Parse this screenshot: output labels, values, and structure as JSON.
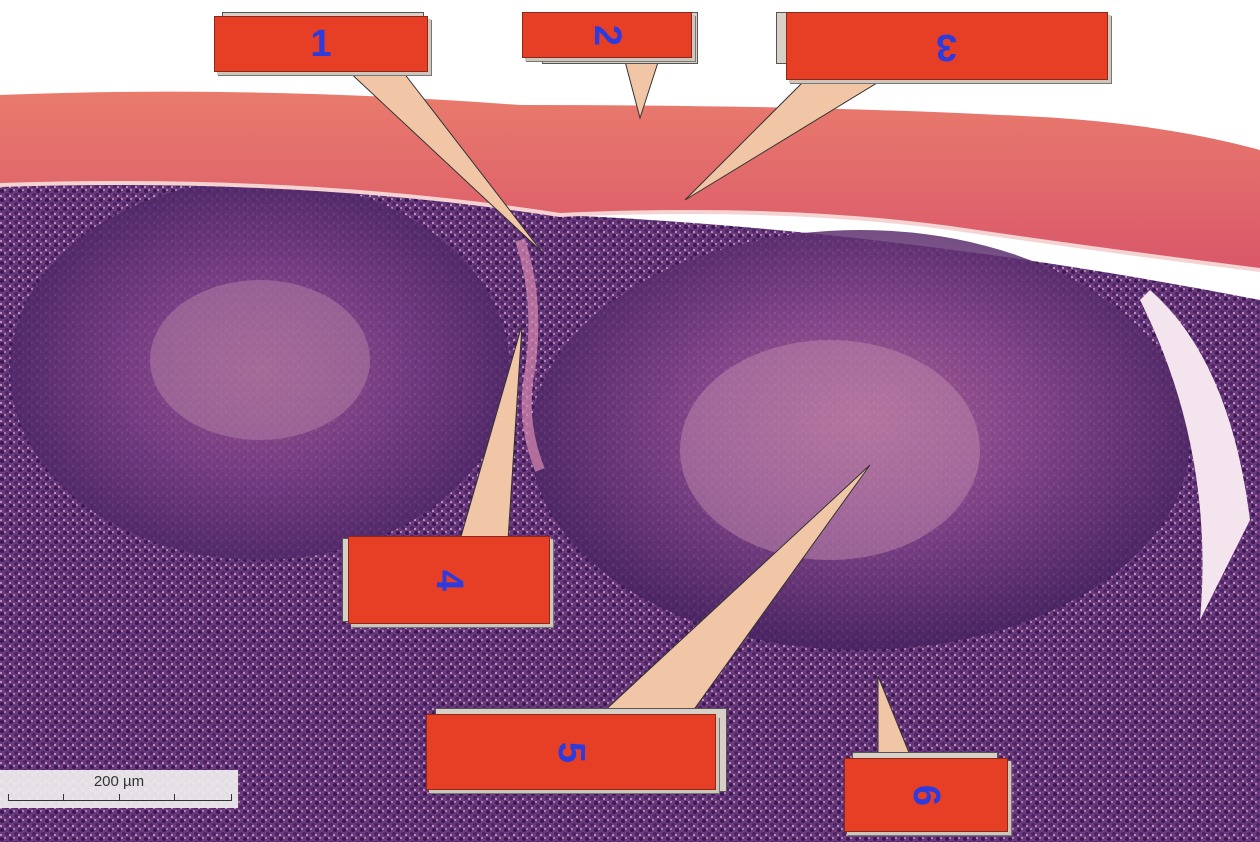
{
  "image": {
    "subject": "H&E stained lymph node micrograph with numbered callout labels",
    "colors": {
      "stroma": "#e2695e",
      "lymphoid": "#5a2e6e",
      "label_fill": "#e63f25",
      "label_text": "#2a3be0",
      "pointer": "#f1c6a6"
    }
  },
  "labels": [
    {
      "id": "1",
      "text": "1"
    },
    {
      "id": "2",
      "text": "2"
    },
    {
      "id": "3",
      "text": "3"
    },
    {
      "id": "4",
      "text": "4"
    },
    {
      "id": "5",
      "text": "5"
    },
    {
      "id": "6",
      "text": "6"
    }
  ],
  "scale_bar": {
    "text": "200 µm"
  }
}
